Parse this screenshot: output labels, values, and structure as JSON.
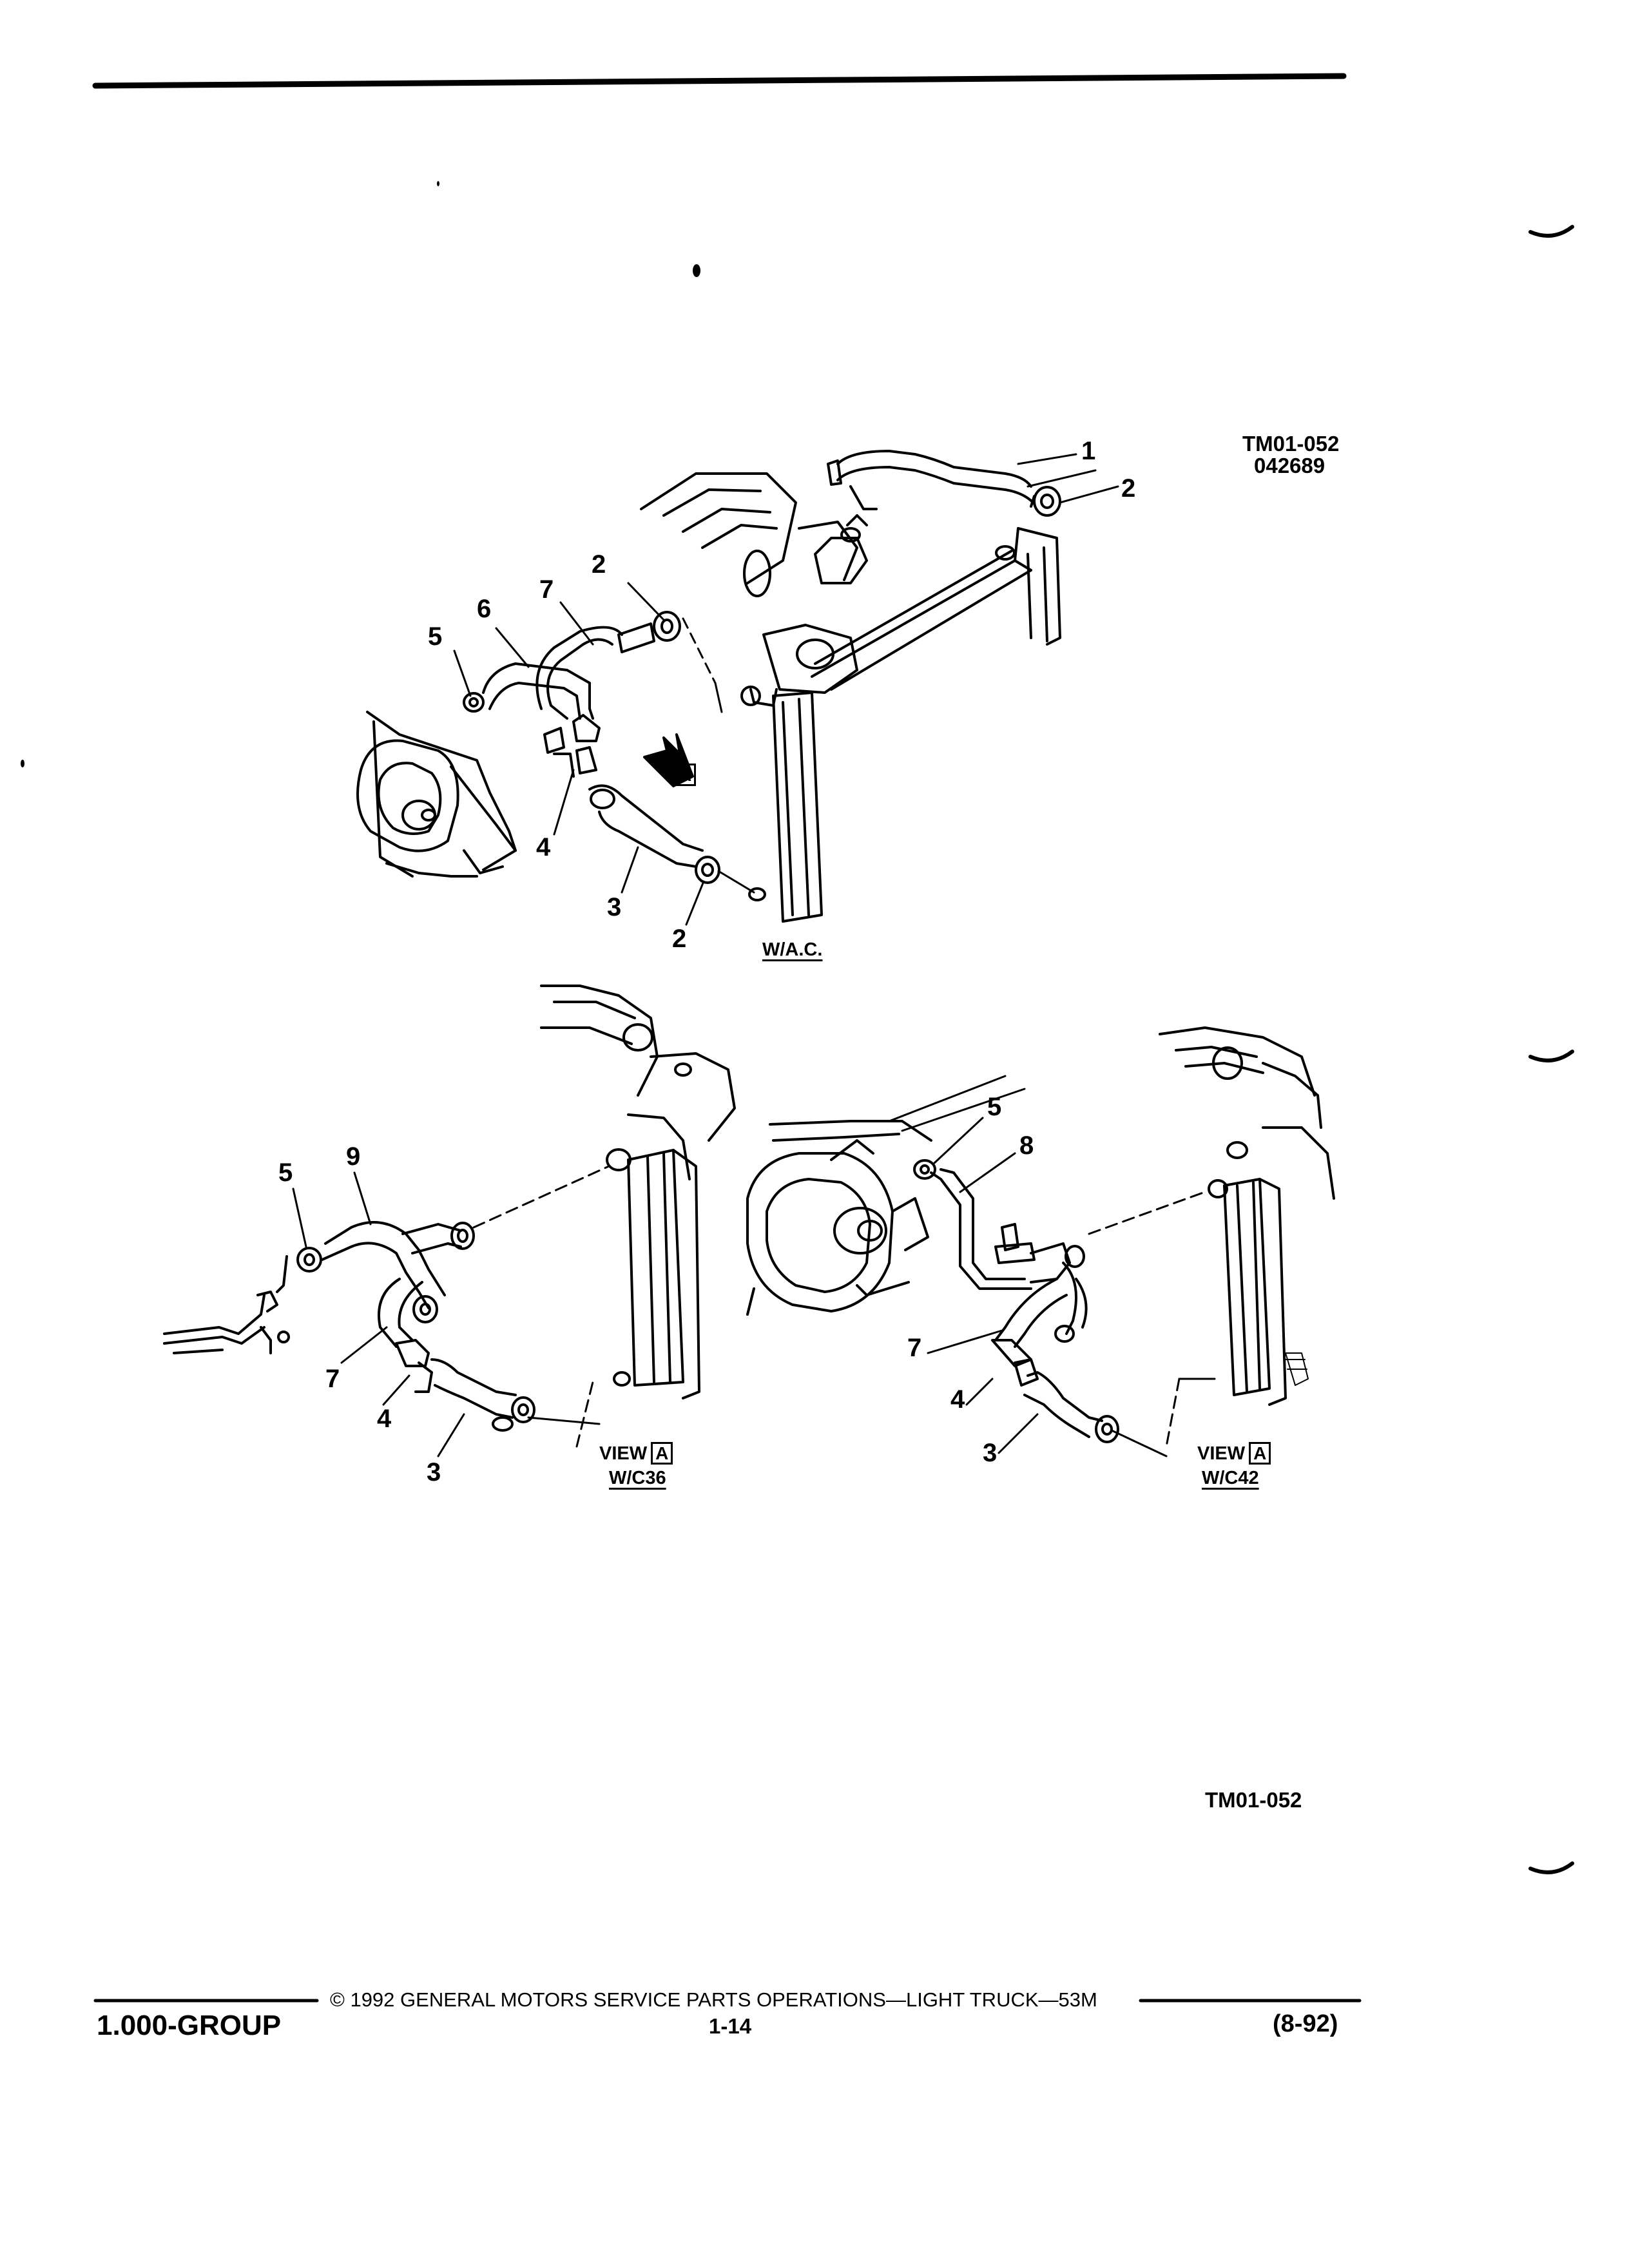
{
  "header": {
    "figure_code": "TM01-052",
    "figure_date_code": "042689",
    "bottom_figure_code": "TM01-052"
  },
  "views": {
    "top": {
      "label": "W/A.C.",
      "arrow_letter": "A"
    },
    "left": {
      "view_text": "VIEW",
      "view_letter": "A",
      "label": "W/C36"
    },
    "right": {
      "view_text": "VIEW",
      "view_letter": "A",
      "label": "W/C42"
    }
  },
  "callouts": {
    "top": [
      "1",
      "2",
      "2",
      "7",
      "6",
      "5",
      "4",
      "3",
      "2"
    ],
    "left": [
      "5",
      "9",
      "7",
      "4",
      "3"
    ],
    "right": [
      "5",
      "8",
      "7",
      "4",
      "3"
    ]
  },
  "footer": {
    "group": "1.000-GROUP",
    "copyright": "© 1992 GENERAL MOTORS SERVICE PARTS OPERATIONS—LIGHT TRUCK—53M",
    "page": "1-14",
    "date": "(8-92)"
  },
  "icons": [
    "heater-hose-icon",
    "hose-clamp-icon",
    "radiator-icon",
    "engine-block-icon",
    "view-arrow-icon",
    "binding-mark-icon"
  ]
}
